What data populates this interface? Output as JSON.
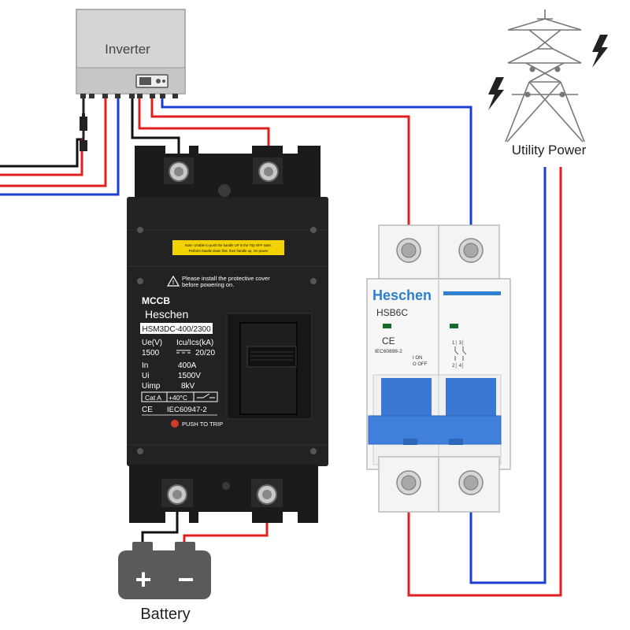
{
  "inverter": {
    "label": "Inverter"
  },
  "utility": {
    "label": "Utility Power"
  },
  "battery": {
    "label": "Battery",
    "plus": "+",
    "minus": "−"
  },
  "mccb": {
    "warning_top_1": "Note: Unable to push the handle UP in the Trip OFF state.",
    "warning_top_2": "Perform handle down first, then handle up, On power",
    "warning_1": "Please install the protective cover",
    "warning_2": "before powering on.",
    "type": "MCCB",
    "brand": "Heschen",
    "model": "HSM3DC-400/2300",
    "spec_ue": "Ue(V)",
    "spec_icu": "Icu/Ics(kA)",
    "spec_1500": "1500",
    "spec_2020": "20/20",
    "spec_in": "In",
    "spec_400a": "400A",
    "spec_ui": "Ui",
    "spec_1500v": "1500V",
    "spec_uimp": "Uimp",
    "spec_8kv": "8kV",
    "cat": "Cat A",
    "temp": "+40°C",
    "ce": "CE",
    "standard": "IEC60947-2",
    "push_to_trip": "PUSH TO TRIP"
  },
  "mcb": {
    "brand": "Heschen",
    "model": "HSB6C",
    "ce": "CE",
    "standard": "IEC60898-2",
    "on": "I ON",
    "off": "O OFF",
    "terminals_top": "1│ 3│",
    "terminals_bottom": "2│ 4│"
  },
  "colors": {
    "positive": "#e02020",
    "negative": "#1a3fd0",
    "ground": "#111111",
    "accent": "#2d7fd0"
  }
}
